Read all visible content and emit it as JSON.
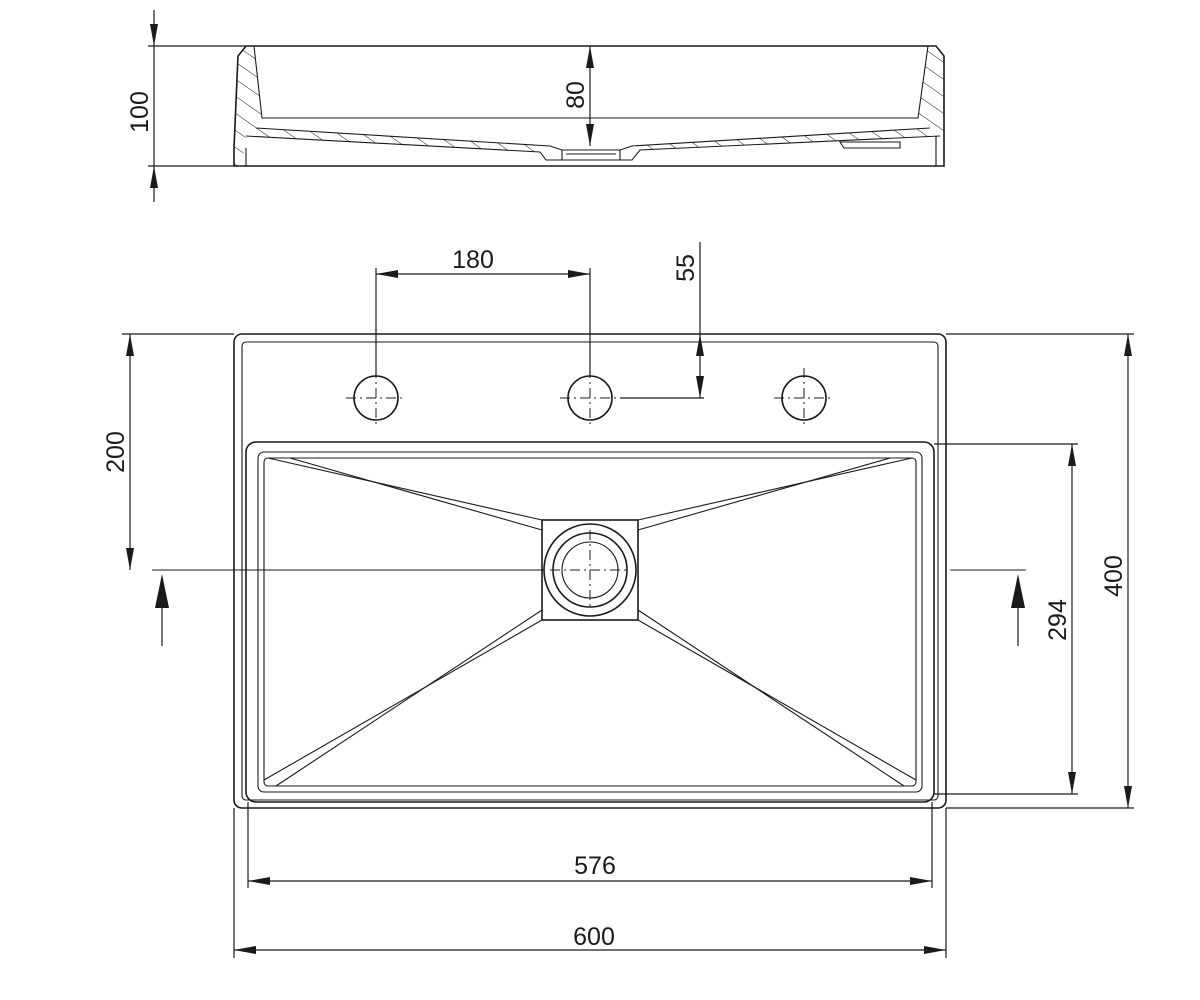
{
  "dimensions": {
    "height_total": "100",
    "basin_depth": "80",
    "tap_hole_spacing": "180",
    "tap_hole_offset": "55",
    "drain_offset": "200",
    "basin_inner_depth": "294",
    "overall_depth": "400",
    "basin_inner_width": "576",
    "overall_width": "600"
  },
  "colors": {
    "line": "#1a1a1a",
    "background": "#ffffff"
  }
}
